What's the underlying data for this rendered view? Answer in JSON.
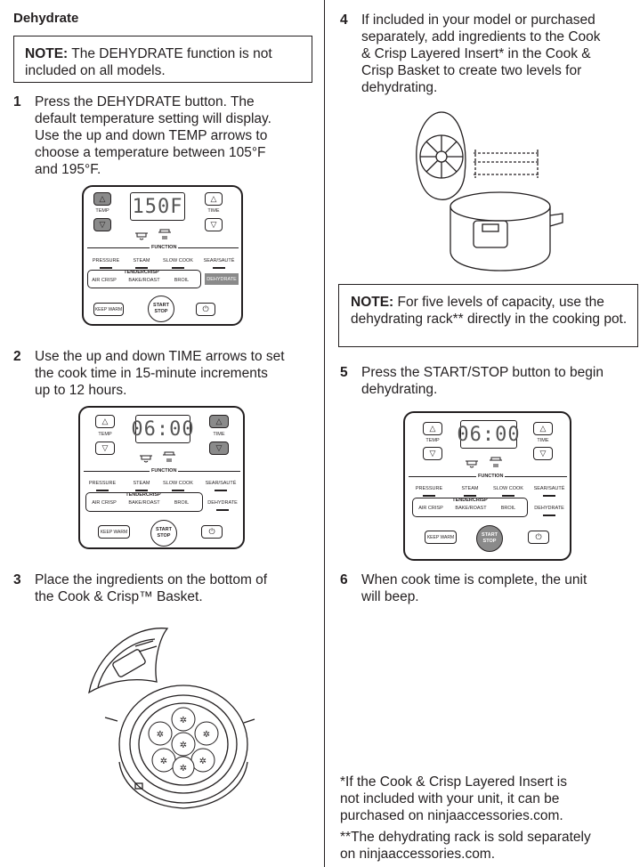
{
  "heading": "Dehydrate",
  "note1": {
    "label": "NOTE:",
    "text": " The DEHYDRATE function is not included on all models."
  },
  "note2": {
    "label": "NOTE:",
    "text": " For five levels of capacity, use the dehydrating rack** directly in the cooking pot."
  },
  "steps": [
    {
      "num": "1",
      "text": "Press the DEHYDRATE button. The\ndefault temperature setting will display.\nUse the up and down TEMP arrows to\nchoose a temperature between 105°F\nand 195°F."
    },
    {
      "num": "2",
      "text": "Use the up and down TIME arrows to set\nthe cook time in 15-minute increments\nup to 12 hours."
    },
    {
      "num": "3",
      "text": "Place the ingredients on the bottom of\nthe Cook & Crisp™ Basket."
    },
    {
      "num": "4",
      "text": "If included in your model or purchased\nseparately, add ingredients to the Cook\n& Crisp Layered Insert* in the Cook &\nCrisp Basket to create two levels for\ndehydrating."
    },
    {
      "num": "5",
      "text": "Press the START/STOP button to begin\ndehydrating."
    },
    {
      "num": "6",
      "text": "When cook time is complete, the unit\nwill beep."
    }
  ],
  "footnotes": [
    "*If the Cook & Crisp Layered Insert is\nnot included with your unit, it can be\npurchased on ninjaaccessories.com.",
    "**The dehydrating rack is sold separately\non ninjaaccessories.com."
  ],
  "panel_labels": {
    "temp": "TEMP",
    "time": "TIME",
    "function": "FUNCTION",
    "pressure": "PRESSURE",
    "steam": "STEAM",
    "slow_cook": "SLOW COOK",
    "sear_saute": "SEAR/SAUTÉ",
    "tendercrisp": "TENDERCRISP",
    "air_crisp": "AIR CRISP",
    "bake_roast": "BAKE/ROAST",
    "broil": "BROIL",
    "dehydrate": "DEHYDRATE",
    "keep_warm": "KEEP WARM",
    "start": "START",
    "stop": "STOP"
  },
  "panels": [
    {
      "display": "150F",
      "active": "temp"
    },
    {
      "display": "06:00",
      "active": "time"
    },
    {
      "display": "06:00",
      "active": "start"
    }
  ],
  "colors": {
    "text": "#231f20",
    "active_button": "#8a8a8a"
  }
}
